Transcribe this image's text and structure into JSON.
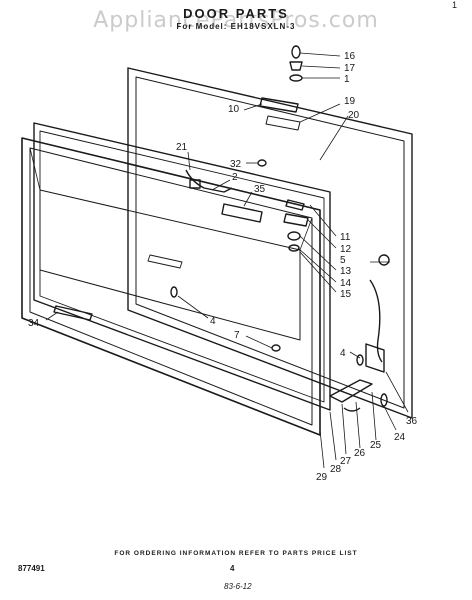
{
  "watermark": "AppliancePartsPros.com",
  "title": "DOOR PARTS",
  "subtitle": "For Model: EH18VSXLN-3",
  "footer": {
    "ordering_info": "FOR ORDERING INFORMATION REFER TO PARTS PRICE LIST",
    "code": "877491",
    "page_number": "4",
    "date": "83-6-12",
    "corner_mark": "1"
  },
  "callouts": {
    "c16": "16",
    "c17": "17",
    "c1": "1",
    "c19": "19",
    "c20": "20",
    "c10": "10",
    "c21": "21",
    "c32": "32",
    "c2": "2",
    "c35": "35",
    "c11": "11",
    "c12": "12",
    "c5": "5",
    "c13": "13",
    "c14": "14",
    "c15": "15",
    "c34": "34",
    "c4a": "4",
    "c7": "7",
    "c4b": "4",
    "c36": "36",
    "c24": "24",
    "c25": "25",
    "c26": "26",
    "c27": "27",
    "c28": "28",
    "c29": "29"
  }
}
